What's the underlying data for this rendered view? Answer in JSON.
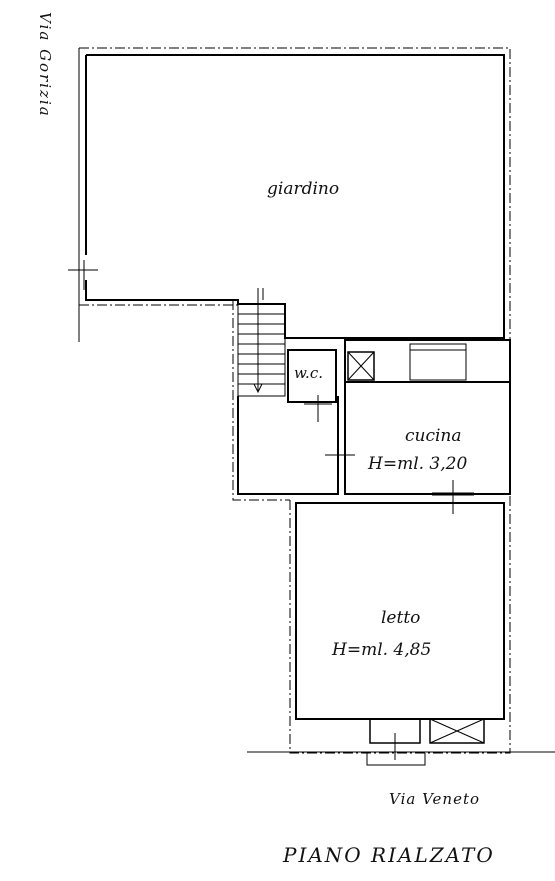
{
  "street_labels": {
    "left": "Via Gorizia",
    "bottom": "Via Veneto"
  },
  "rooms": {
    "garden": "giardino",
    "wc": "w.c.",
    "kitchen": "cucina",
    "kitchen_height": "H=ml.  3,20",
    "bedroom": "letto",
    "bedroom_height": "H=ml.  4,85"
  },
  "plan_title": "PIANO  RIALZATO"
}
